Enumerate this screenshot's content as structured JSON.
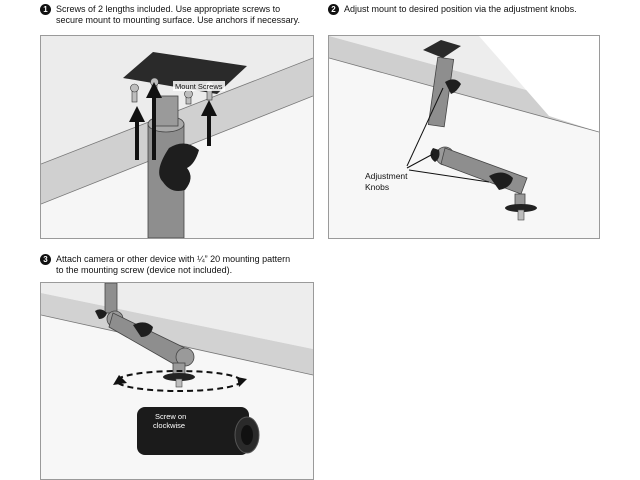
{
  "steps": [
    {
      "number": "1",
      "line1": "Screws of 2 lengths included. Use appropriate screws to",
      "line2": "secure mount to mounting surface. Use anchors if necessary."
    },
    {
      "number": "2",
      "line1": "Adjust mount to desired position via the adjustment knobs.",
      "line2": ""
    },
    {
      "number": "3",
      "line1": "Attach camera or other device with ¼” 20 mounting pattern",
      "line2": "to the mounting screw (device not included)."
    }
  ],
  "callouts": {
    "mount_screws": "Mount Screws",
    "adjustment_knobs_1": "Adjustment",
    "adjustment_knobs_2": "Knobs",
    "screw_on_1": "Screw on",
    "screw_on_2": "clockwise"
  },
  "colors": {
    "mount": "#8c8c8c",
    "knob": "#222222",
    "ceiling": "#e6e6e6",
    "wall": "#f2f2f2"
  }
}
